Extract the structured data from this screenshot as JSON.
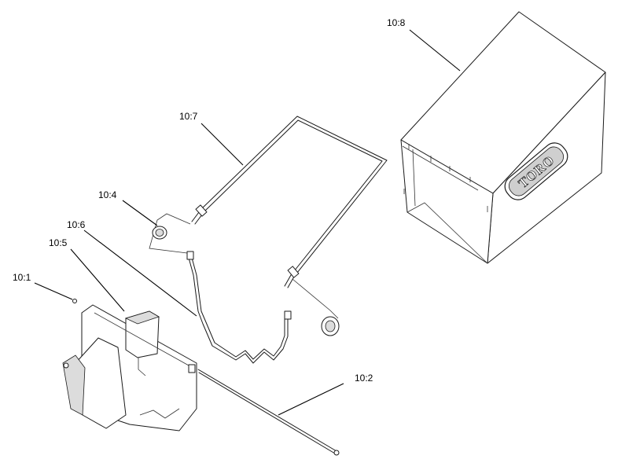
{
  "callouts": [
    {
      "id": "c-10-8",
      "label": "10:8"
    },
    {
      "id": "c-10-7",
      "label": "10:7"
    },
    {
      "id": "c-10-4",
      "label": "10:4"
    },
    {
      "id": "c-10-6",
      "label": "10:6"
    },
    {
      "id": "c-10-5",
      "label": "10:5"
    },
    {
      "id": "c-10-1",
      "label": "10:1"
    },
    {
      "id": "c-10-2",
      "label": "10:2"
    }
  ],
  "logo": {
    "text": "TORO"
  }
}
